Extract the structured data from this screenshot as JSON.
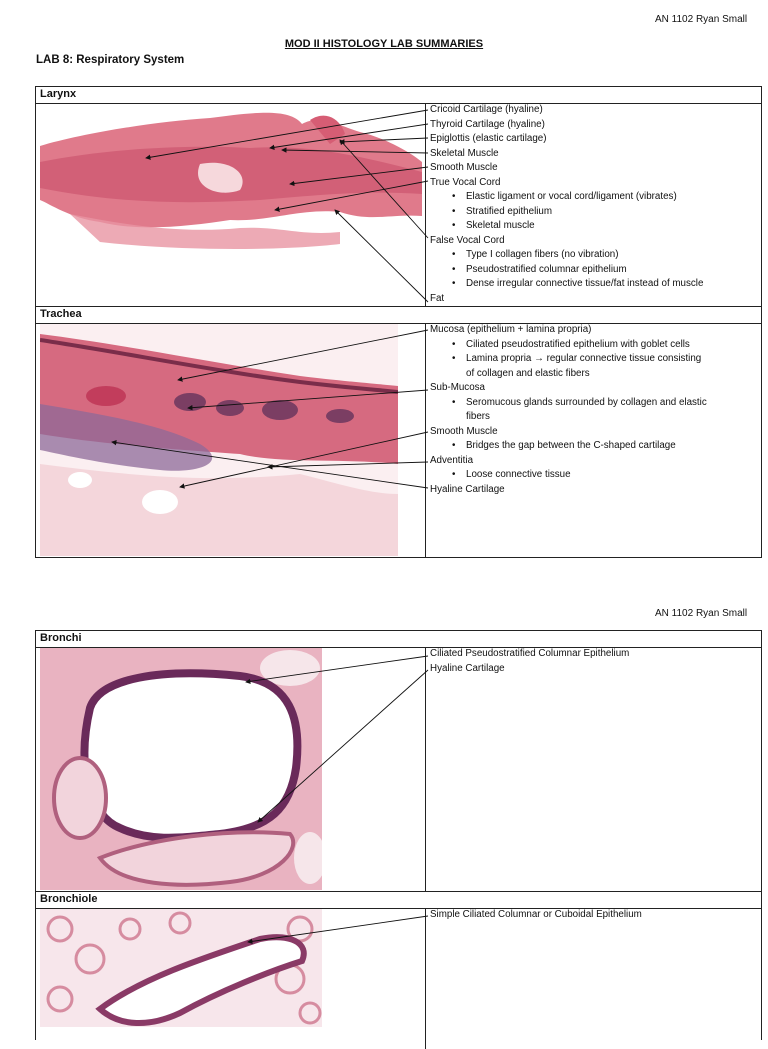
{
  "header": {
    "author": "AN 1102 Ryan Small",
    "title": "MOD II HISTOLOGY LAB SUMMARIES",
    "lab": "LAB 8: Respiratory System"
  },
  "page2_header": {
    "author": "AN 1102 Ryan Small"
  },
  "sections": {
    "larynx": {
      "label": "Larynx",
      "notes": [
        "Cricoid Cartilage (hyaline)",
        "Thyroid Cartilage (hyaline)",
        "Epiglottis (elastic cartilage)",
        "Skeletal Muscle",
        "Smooth Muscle",
        "True Vocal Cord",
        "Elastic ligament or vocal cord/ligament (vibrates)",
        "Stratified epithelium",
        "Skeletal muscle",
        "False Vocal Cord",
        "Type I collagen fibers (no vibration)",
        "Pseudostratified columnar epithelium",
        "Dense irregular connective tissue/fat instead of muscle",
        "Fat"
      ]
    },
    "trachea": {
      "label": "Trachea",
      "notes": [
        "Mucosa (epithelium + lamina propria)",
        "Ciliated pseudostratified epithelium with goblet cells",
        "Lamina propria → regular connective tissue consisting",
        "of collagen and elastic fibers",
        "Sub-Mucosa",
        "Seromucous glands surrounded by collagen and elastic",
        "fibers",
        "Smooth Muscle",
        "Bridges the gap between the C-shaped cartilage",
        "Adventitia",
        "Loose connective tissue",
        "Hyaline Cartilage"
      ]
    },
    "bronchi": {
      "label": "Bronchi",
      "notes": [
        "Ciliated Pseudostratified Columnar Epithelium",
        "Hyaline Cartilage"
      ]
    },
    "bronchiole": {
      "label": "Bronchiole",
      "notes": [
        "Simple Ciliated Columnar or Cuboidal Epithelium"
      ]
    }
  },
  "colors": {
    "stain_pink": "#e0808e",
    "stain_dark": "#a83a55",
    "stain_purple": "#6a3a6e",
    "border": "#222222"
  }
}
